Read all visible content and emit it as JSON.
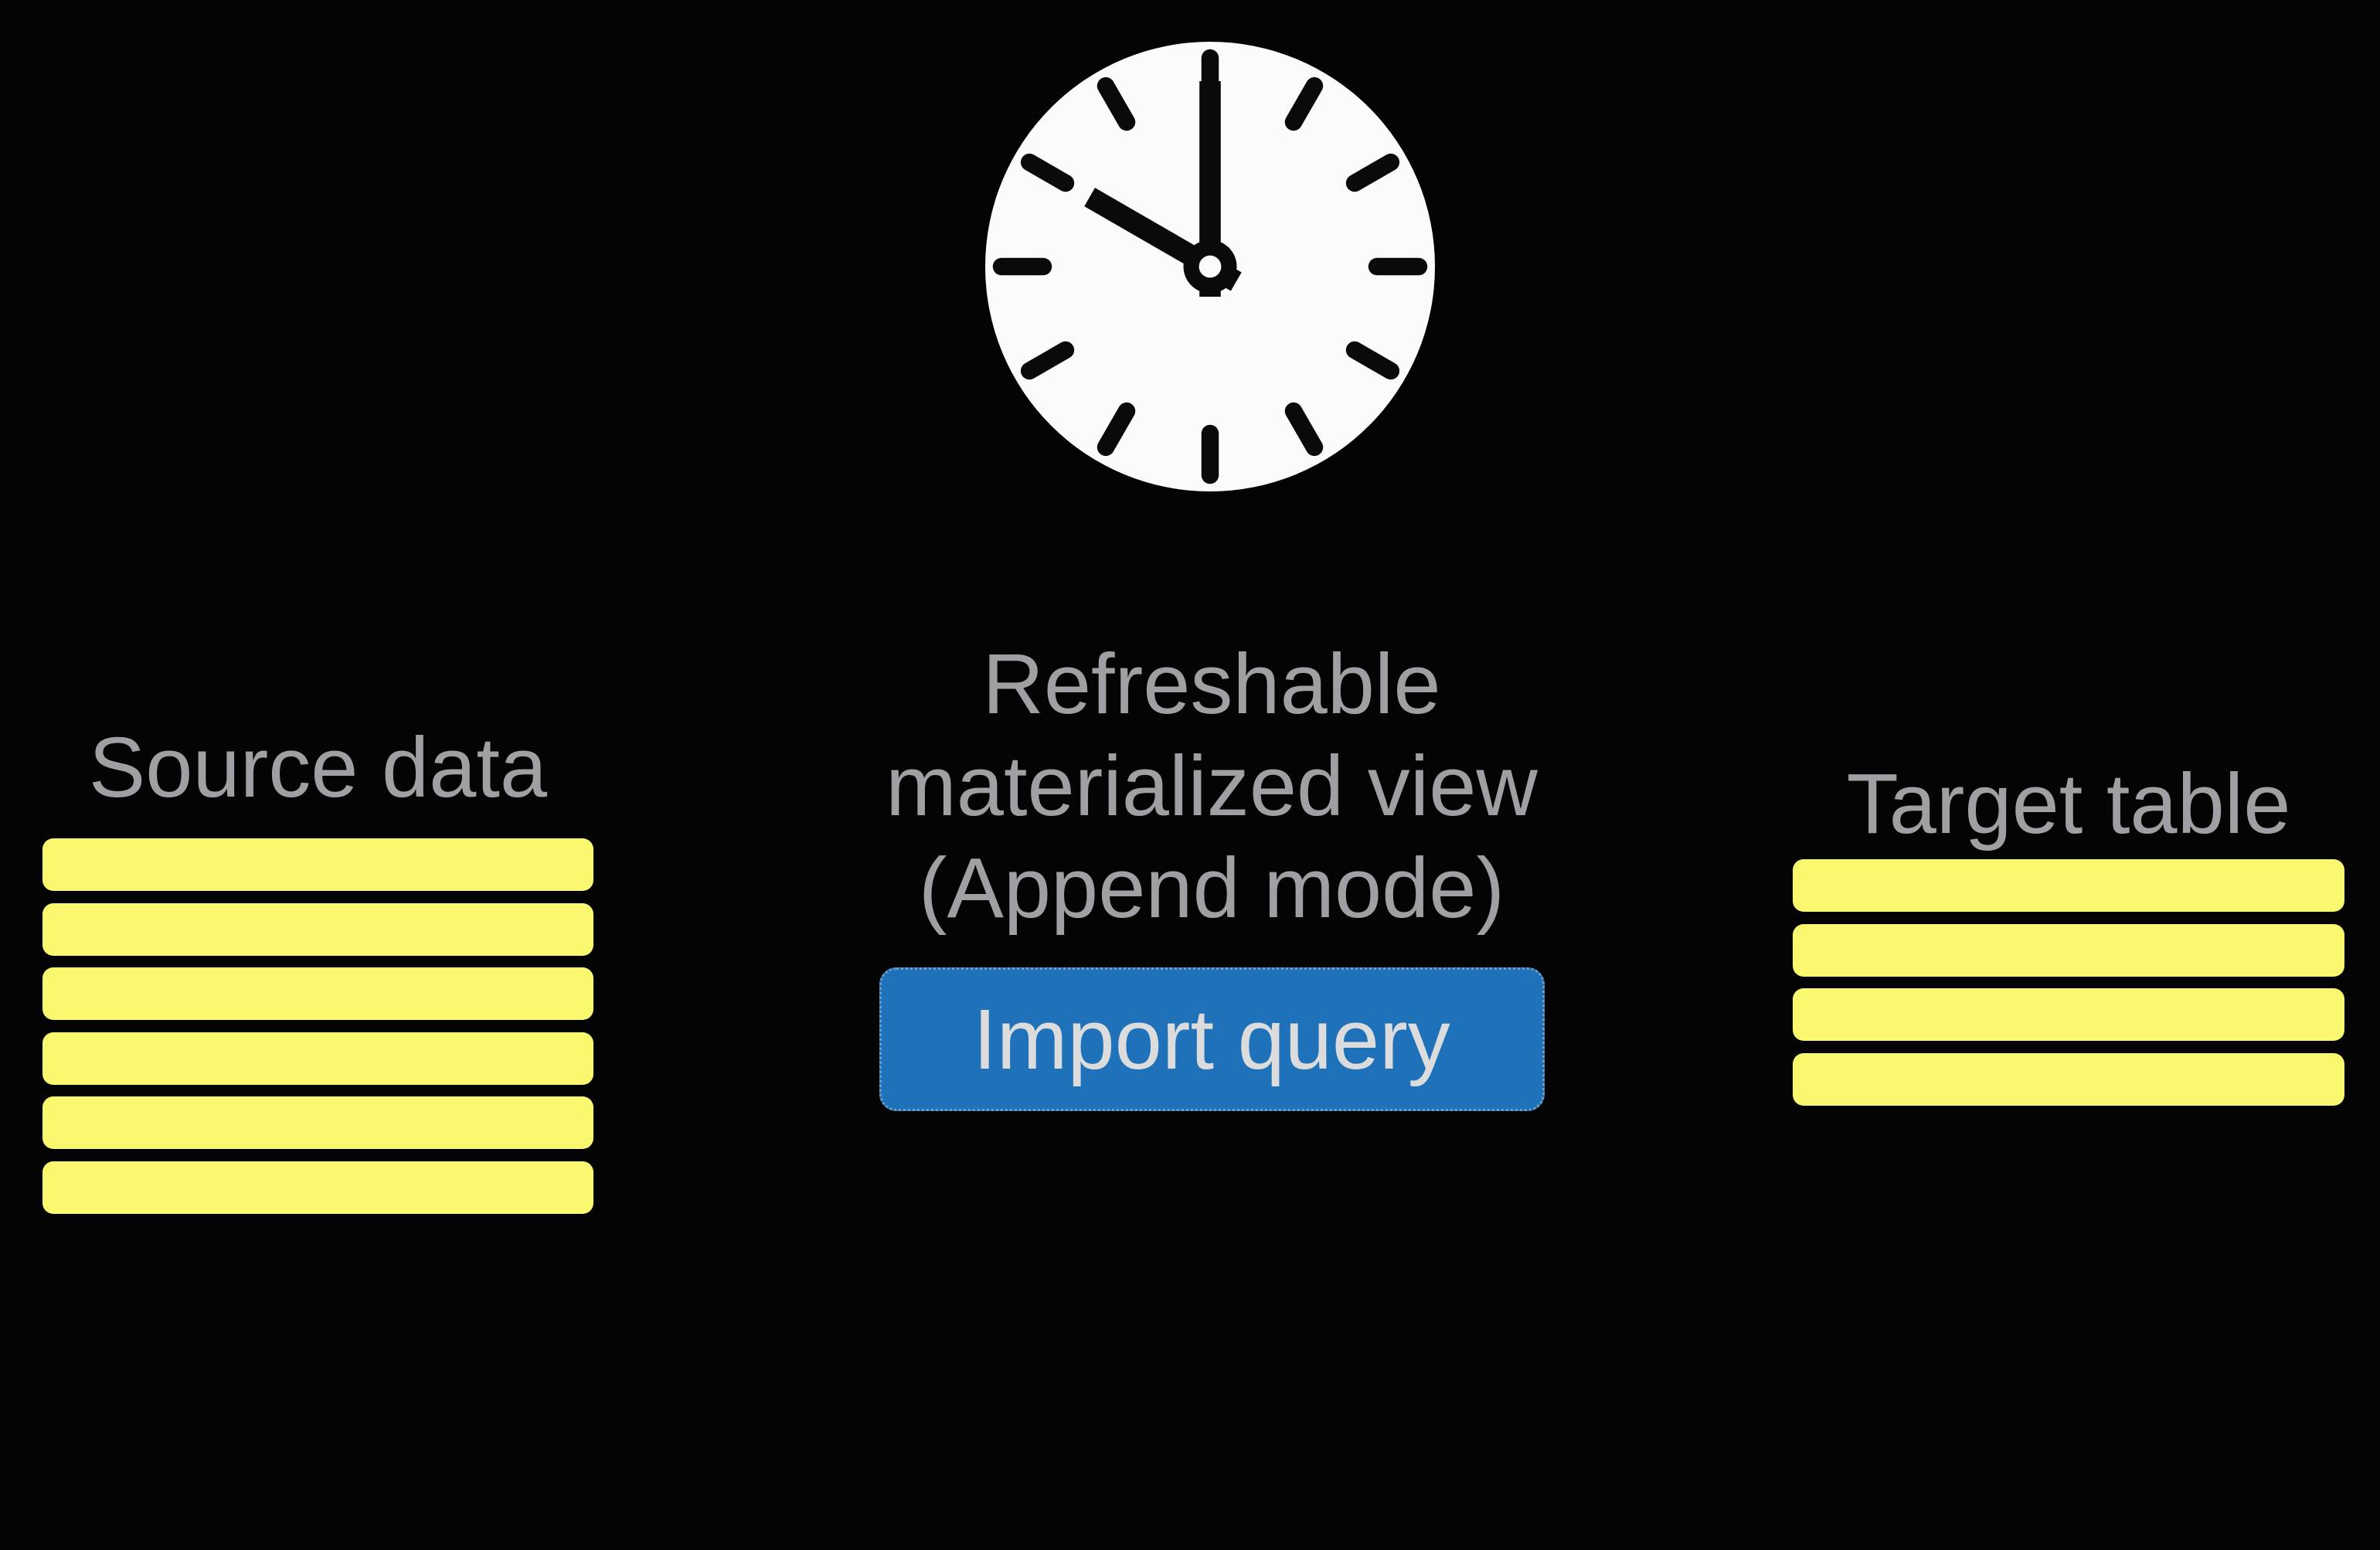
{
  "colors": {
    "background": "#040404",
    "row_yellow": "#f9f86f",
    "label_gray": "#9fa0a3",
    "button_blue": "#1f72b9",
    "button_text": "#dcdcdc",
    "clock_face": "#fbfbf9",
    "clock_hands": "#0a0a0a"
  },
  "clock": {
    "icon": "clock-icon",
    "time_shown": "10:00"
  },
  "source_table": {
    "label": "Source data",
    "row_count": 6
  },
  "materialized_view": {
    "label_line1": "Refreshable",
    "label_line2": "materialized view",
    "label_line3": "(Append mode)",
    "button_label": "Import query"
  },
  "target_table": {
    "label": "Target table",
    "row_count": 4
  }
}
